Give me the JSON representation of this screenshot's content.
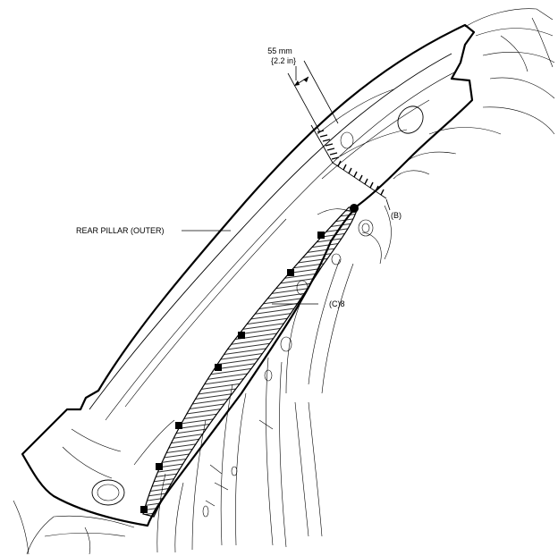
{
  "labels": {
    "rear_pillar": "REAR PILLAR (OUTER)",
    "dimension_mm": "55 mm",
    "dimension_in": "{2.2 in}",
    "point_b": "(B)",
    "point_c": "(C)8"
  }
}
